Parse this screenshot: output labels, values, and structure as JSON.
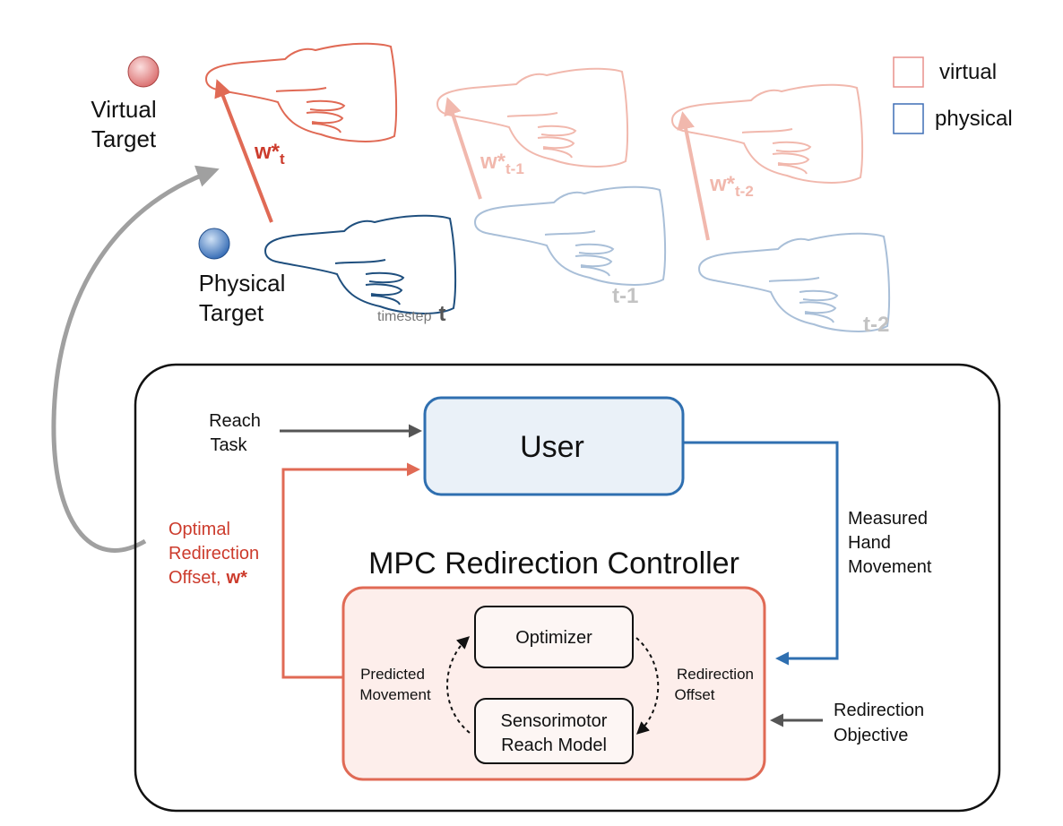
{
  "targets": {
    "virtual_label": [
      "Virtual",
      "Target"
    ],
    "physical_label": [
      "Physical",
      "Target"
    ],
    "virtual_color": "#e8908c",
    "physical_color": "#3f6fb5"
  },
  "legend": {
    "virtual": "virtual",
    "physical": "physical"
  },
  "offsets": {
    "current": {
      "base": "w*",
      "sub": "t"
    },
    "prev1": {
      "base": "w*",
      "sub": "t-1"
    },
    "prev2": {
      "base": "w*",
      "sub": "t-2"
    }
  },
  "timesteps": {
    "current_prefix": "timestep",
    "current": "t",
    "prev1": "t-1",
    "prev2": "t-2"
  },
  "loop": {
    "reach_task": [
      "Reach",
      "Task"
    ],
    "user": "User",
    "measured": [
      "Measured",
      "Hand",
      "Movement"
    ],
    "controller_title": "MPC Redirection Controller",
    "optimizer": "Optimizer",
    "reach_model": [
      "Sensorimotor",
      "Reach Model"
    ],
    "predicted": [
      "Predicted",
      "Movement"
    ],
    "redirection_offset": [
      "Redirection",
      "Offset"
    ],
    "objective": [
      "Redirection",
      "Objective"
    ],
    "optimal": [
      "Optimal",
      "Redirection"
    ],
    "optimal_last": "Offset,",
    "optimal_symbol": "w*"
  },
  "colors": {
    "red": "#e06a55",
    "red_dark": "#cc3b2c",
    "blue": "#2f6fb0",
    "blue_dark": "#1f4f7e",
    "gray": "#a0a0a0",
    "light_red": "#f1b8ad",
    "light_blue": "#a9bfd8"
  }
}
